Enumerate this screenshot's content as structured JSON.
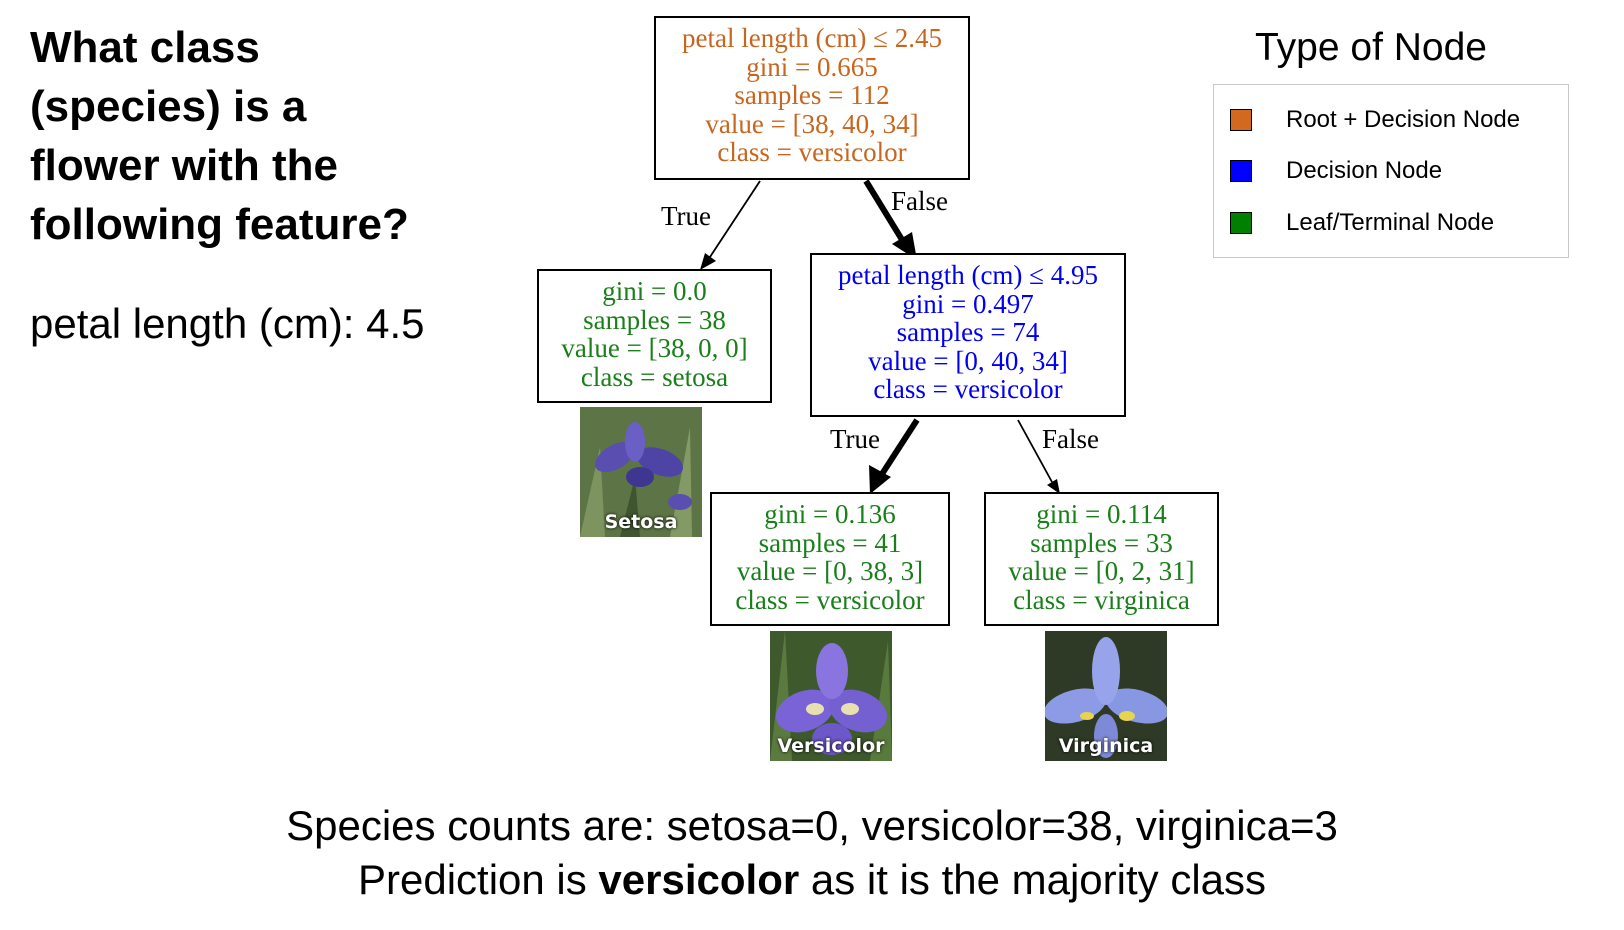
{
  "question": {
    "lines": [
      "What class",
      "(species) is a",
      "flower with the",
      "following feature?"
    ]
  },
  "feature": "petal length (cm): 4.5",
  "tree": {
    "root": {
      "lines": [
        "petal length (cm) ≤ 2.45",
        "gini = 0.665",
        "samples = 112",
        "value = [38, 40, 34]",
        "class = versicolor"
      ]
    },
    "setosa_leaf": {
      "lines": [
        "gini = 0.0",
        "samples = 38",
        "value = [38, 0, 0]",
        "class = setosa"
      ]
    },
    "decision": {
      "lines": [
        "petal length (cm) ≤ 4.95",
        "gini = 0.497",
        "samples = 74",
        "value = [0, 40, 34]",
        "class = versicolor"
      ]
    },
    "versicolor_leaf": {
      "lines": [
        "gini = 0.136",
        "samples = 41",
        "value = [0, 38, 3]",
        "class = versicolor"
      ]
    },
    "virginica_leaf": {
      "lines": [
        "gini = 0.114",
        "samples = 33",
        "value = [0, 2, 31]",
        "class = virginica"
      ]
    },
    "edges": {
      "root_true": "True",
      "root_false": "False",
      "dec_true": "True",
      "dec_false": "False"
    }
  },
  "flowers": {
    "setosa": "Setosa",
    "versicolor": "Versicolor",
    "virginica": "Virginica"
  },
  "legend": {
    "title": "Type of Node",
    "items": [
      {
        "label": "Root + Decision Node",
        "color": "#d2691e"
      },
      {
        "label": "Decision Node",
        "color": "#0000ff"
      },
      {
        "label": "Leaf/Terminal Node",
        "color": "#008000"
      }
    ]
  },
  "colors": {
    "root_text": "#c8651e",
    "decision_text": "#0000ee",
    "leaf_text": "#1a7f1a"
  },
  "bottom": {
    "line1": "Species counts are: setosa=0, versicolor=38, virginica=3",
    "line2_prefix": "Prediction is ",
    "line2_bold": "versicolor",
    "line2_suffix": " as it is the majority class"
  }
}
